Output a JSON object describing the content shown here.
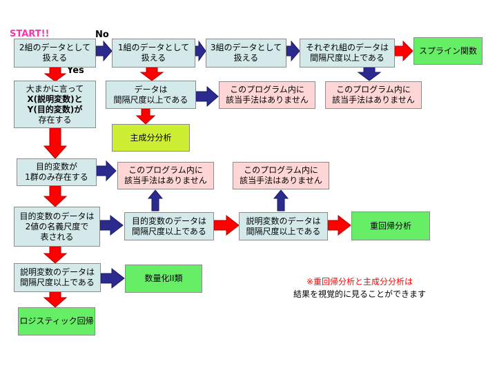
{
  "labels": {
    "start": "START!!",
    "no": "No",
    "yes": "Yes"
  },
  "boxes": {
    "b1": [
      "2組のデータとして",
      "扱える"
    ],
    "b2": [
      "1組のデータとして",
      "扱える"
    ],
    "b3": [
      "3組のデータとして",
      "扱える"
    ],
    "b4": [
      "それぞれ組のデータは",
      "間隔尺度以上である"
    ],
    "spline": [
      "スプライン関数"
    ],
    "q_xy": [
      "大まかに言って",
      "X(説明変数)と",
      "Y(目的変数)が",
      "存在する"
    ],
    "q_interval": [
      "データは",
      "間隔尺度以上である"
    ],
    "na1": [
      "このプログラム内に",
      "該当手法はありません"
    ],
    "na2": [
      "このプログラム内に",
      "該当手法はありません"
    ],
    "pca": [
      "主成分分析"
    ],
    "q_onegroup": [
      "目的変数が",
      "1群のみ存在する"
    ],
    "na3": [
      "このプログラム内に",
      "該当手法はありません"
    ],
    "na4": [
      "このプログラム内に",
      "該当手法はありません"
    ],
    "q_binary": [
      "目的変数のデータは",
      "2値の名義尺度で",
      "表される"
    ],
    "q_y_interval": [
      "目的変数のデータは",
      "間隔尺度以上である"
    ],
    "q_x_interval": [
      "説明変数のデータは",
      "間隔尺度以上である"
    ],
    "regression": [
      "重回帰分析"
    ],
    "q_x2_interval": [
      "説明変数のデータは",
      "間隔尺度以上である"
    ],
    "quant2": [
      "数量化II類"
    ],
    "logistic": [
      "ロジスティック回帰"
    ]
  },
  "note": [
    "※重回帰分析と主成分分析は",
    "結果を視覚的に見ることができます"
  ],
  "colors": {
    "question": "#d3e9ea",
    "none": "#ffd6d6",
    "result": "#66ee66",
    "pca": "#ccee33",
    "arrow_down": "#ff0000",
    "arrow_right": "#2b2b8f",
    "arrow_up": "#2b2b8f"
  }
}
